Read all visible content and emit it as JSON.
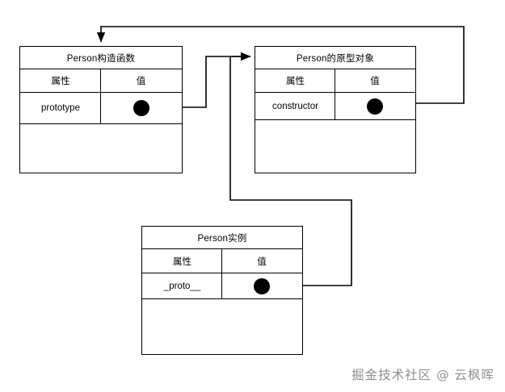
{
  "diagram": {
    "type": "prototype-chain-relationship",
    "boxes": [
      {
        "id": "constructor-box",
        "title": "Person构造函数",
        "headers": [
          "属性",
          "值"
        ],
        "rows": [
          {
            "name": "prototype",
            "value_icon": "filled-dot"
          }
        ]
      },
      {
        "id": "prototype-box",
        "title": "Person的原型对象",
        "headers": [
          "属性",
          "值"
        ],
        "rows": [
          {
            "name": "constructor",
            "value_icon": "filled-dot"
          }
        ]
      },
      {
        "id": "instance-box",
        "title": "Person实例",
        "headers": [
          "属性",
          "值"
        ],
        "rows": [
          {
            "name": "_proto__",
            "value_icon": "filled-dot"
          }
        ]
      }
    ],
    "connections": [
      {
        "id": "prototype-to-prototype-object",
        "from": "constructor-box.prototype",
        "to": "prototype-box",
        "arrow": "to-target"
      },
      {
        "id": "constructor-to-constructor-function",
        "from": "prototype-box.constructor",
        "to": "constructor-box",
        "arrow": "to-target"
      },
      {
        "id": "proto-to-prototype-object",
        "from": "instance-box._proto__",
        "to": "prototype-box",
        "arrow": "to-target"
      }
    ],
    "colors": {
      "stroke": "#000000",
      "fill": "#ffffff",
      "dot": "#000000",
      "watermark": "#8f8f8f"
    }
  },
  "watermark": {
    "text": "掘金技术社区 @ 云枫晖"
  }
}
